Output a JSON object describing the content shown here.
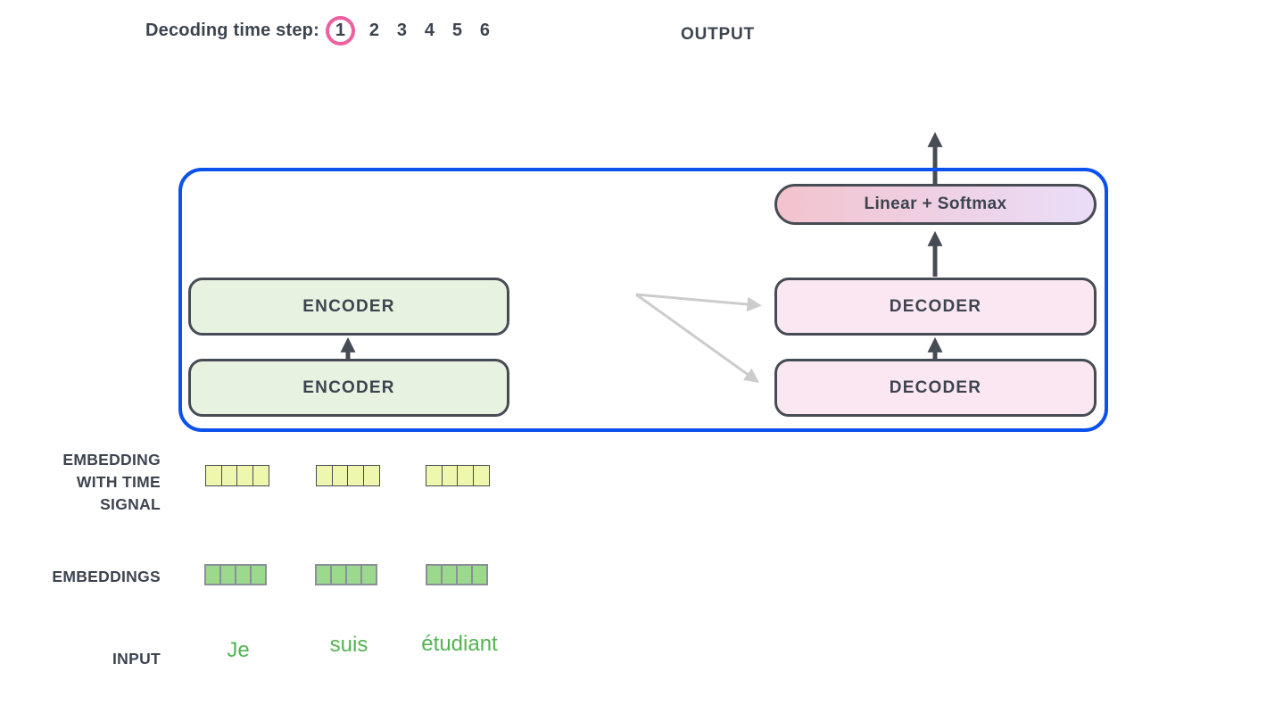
{
  "header": {
    "decoding_label": "Decoding time step:",
    "steps": [
      "1",
      "2",
      "3",
      "4",
      "5",
      "6"
    ],
    "active_step": "1",
    "output_label": "OUTPUT"
  },
  "diagram": {
    "linear_softmax_label": "Linear + Softmax",
    "encoder_labels": [
      "ENCODER",
      "ENCODER"
    ],
    "decoder_labels": [
      "DECODER",
      "DECODER"
    ]
  },
  "rows": {
    "time_signal_label_lines": [
      "EMBEDDING",
      "WITH TIME",
      "SIGNAL"
    ],
    "embeddings_label": "EMBEDDINGS",
    "input_label": "INPUT",
    "input_tokens": [
      "Je",
      "suis",
      "étudiant"
    ],
    "cells_per_vector": 4
  },
  "colors": {
    "accent_blue": "#0b51ed",
    "step_circle_pink": "#ee5fa0",
    "dark_text": "#3d4450",
    "box_border": "#474c54",
    "encoder_fill": "#e7f2e0",
    "decoder_fill": "#fbe7f1",
    "softmax_gradient_left": "#f3c3ce",
    "softmax_gradient_right": "#eaddf8",
    "time_signal_cell": "#eff6ad",
    "embedding_cell": "#9bd98d",
    "embedding_cell_border": "#8a9097",
    "token_green": "#52b452",
    "cross_arrow_gray": "#cccccc"
  }
}
